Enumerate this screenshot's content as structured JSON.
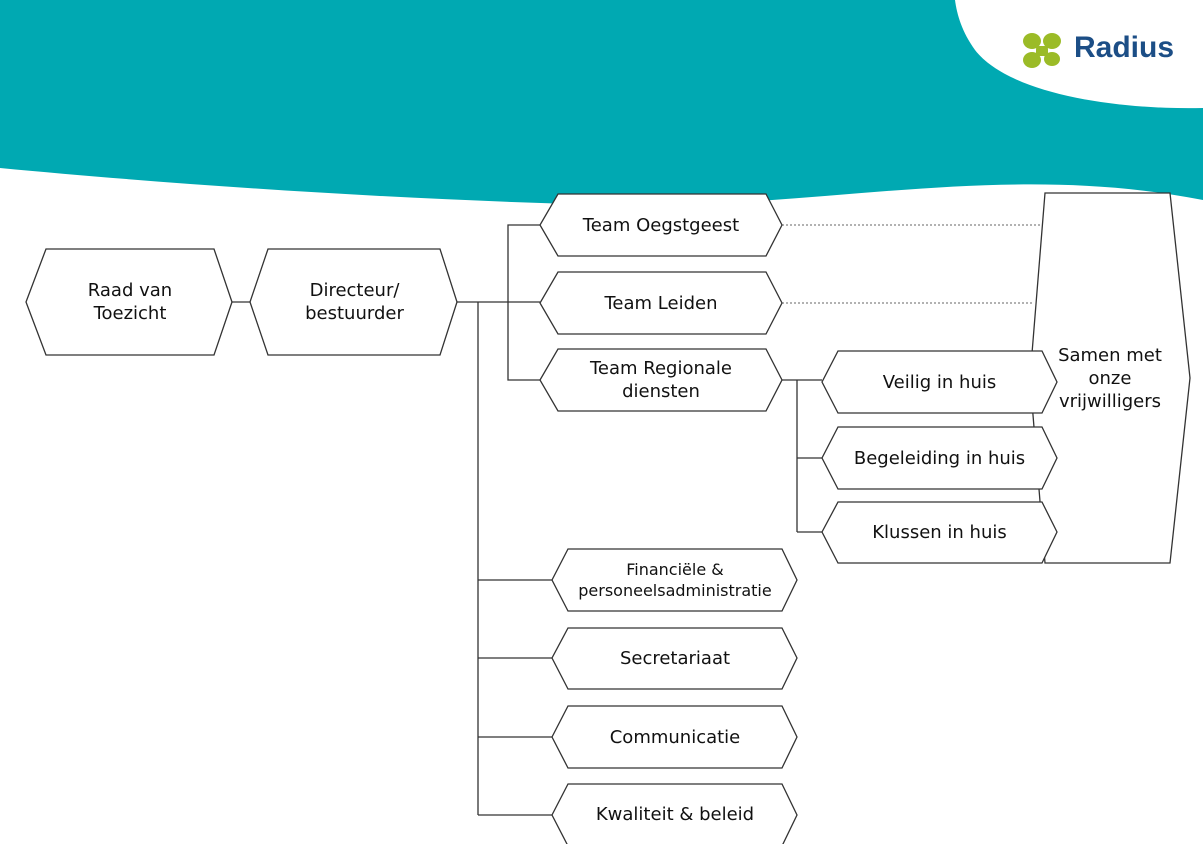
{
  "brand": {
    "name": "Radius",
    "colors": {
      "banner": "#00a9b2",
      "logo_leaf": "#9bbb27",
      "logo_text": "#1c4e86"
    }
  },
  "nodes": {
    "raad": "Raad van\nToezicht",
    "directeur": "Directeur/\nbestuurder",
    "team_oegstgeest": "Team Oegstgeest",
    "team_leiden": "Team Leiden",
    "team_regionale": "Team Regionale\ndiensten",
    "veilig": "Veilig in huis",
    "begeleiding": "Begeleiding in huis",
    "klussen": "Klussen in huis",
    "samen": "Samen met\nonze\nvrijwilligers",
    "financiele": "Financiële &\npersoneelsadministratie",
    "secretariaat": "Secretariaat",
    "communicatie": "Communicatie",
    "kwaliteit": "Kwaliteit & beleid"
  }
}
